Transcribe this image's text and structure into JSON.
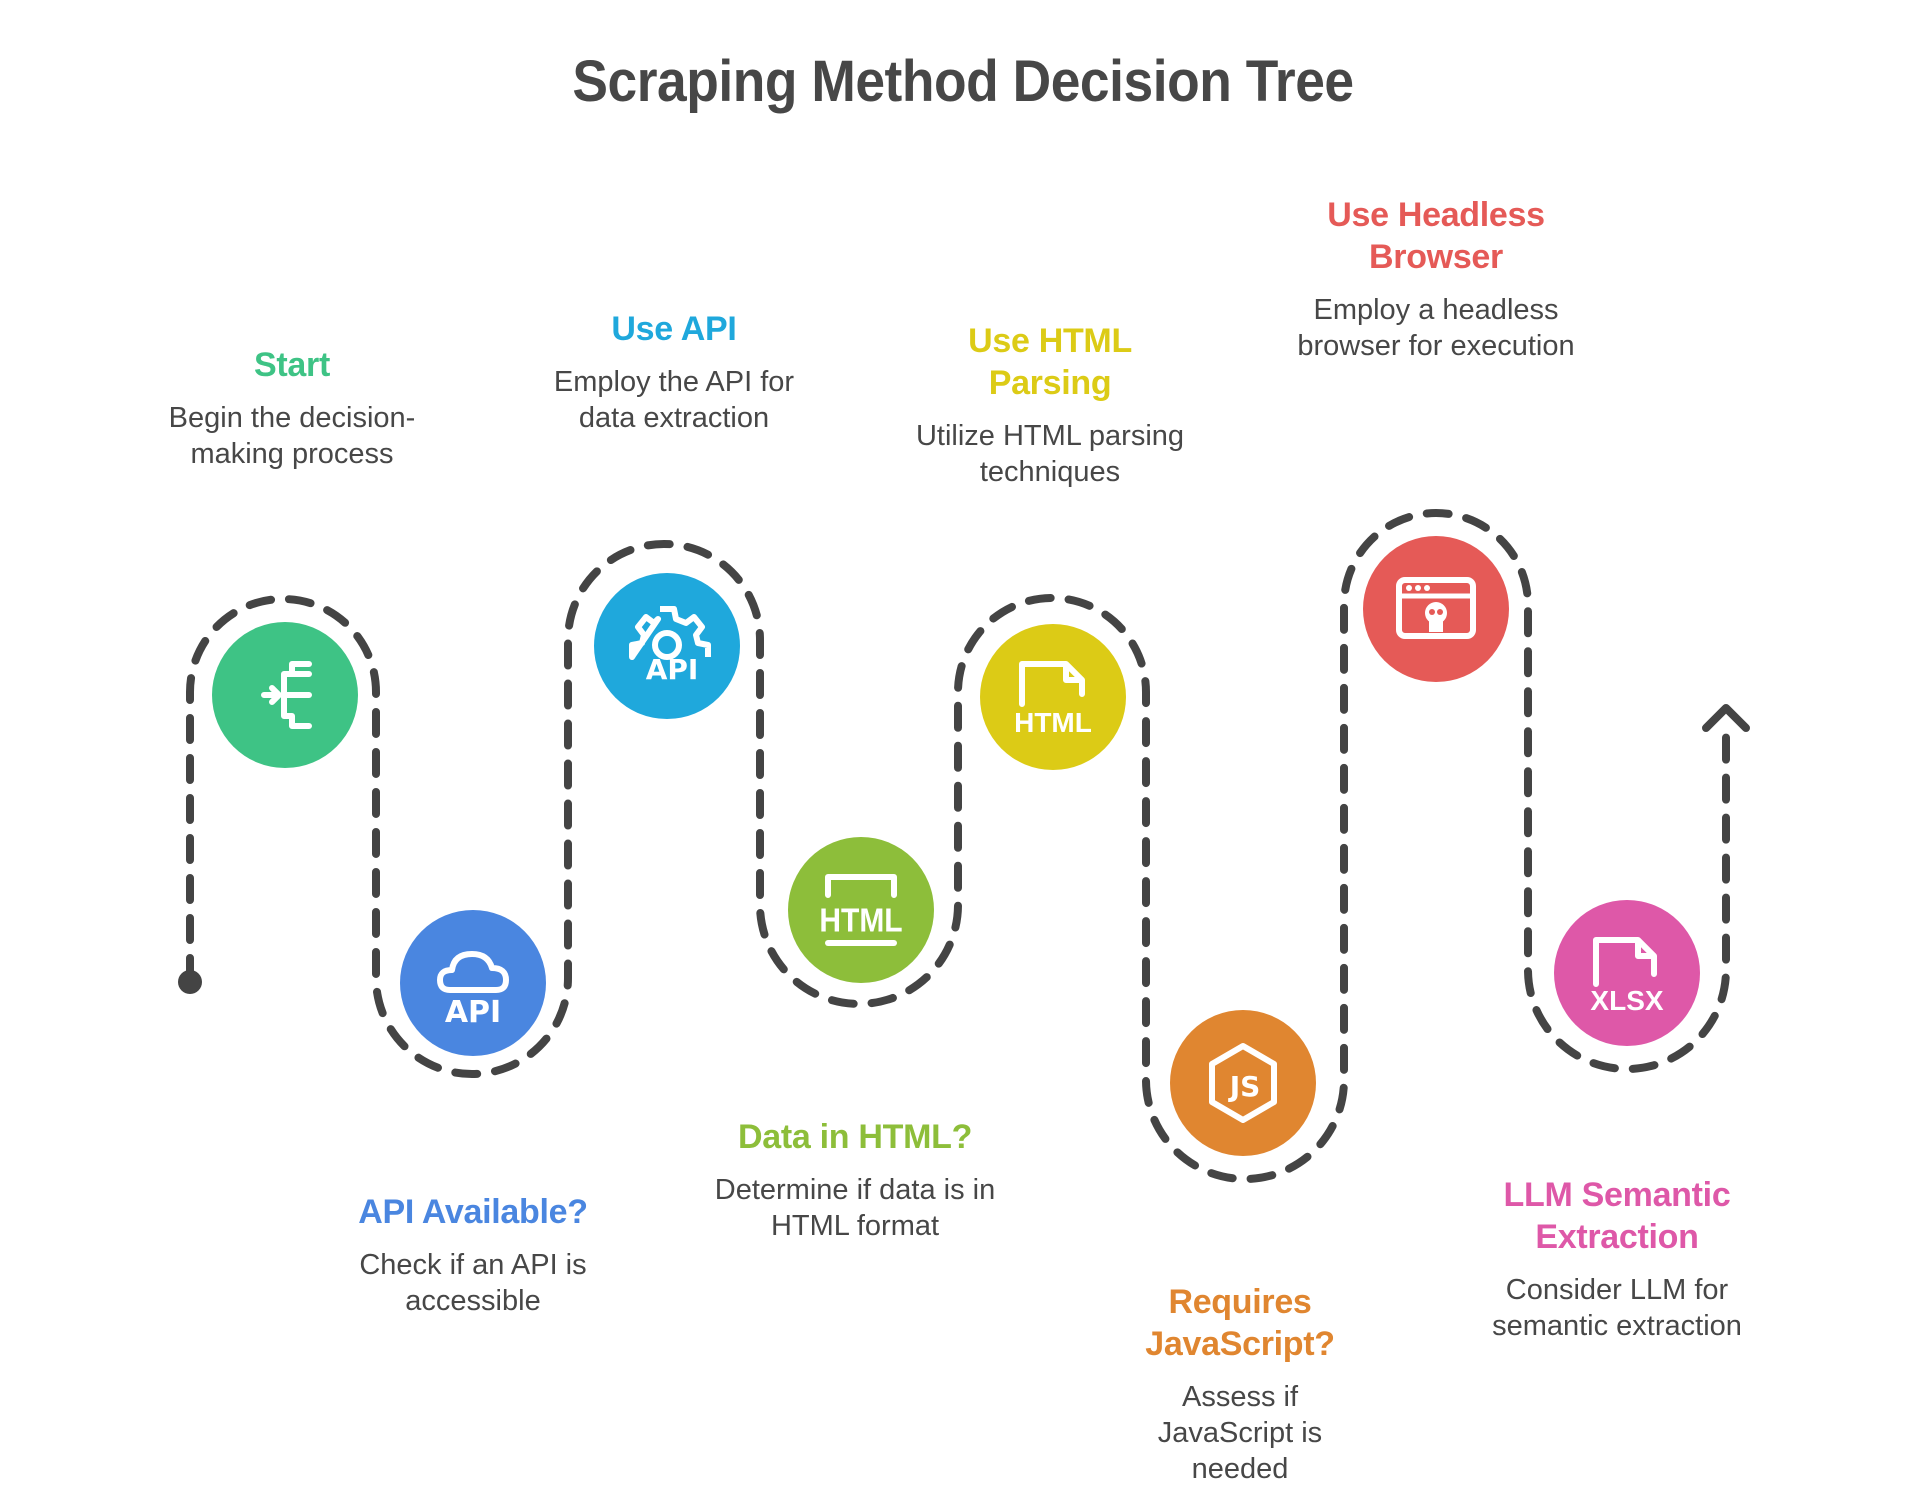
{
  "title": "Scraping Method Decision Tree",
  "steps": [
    {
      "title": "Start",
      "description": "Begin the decision-making process",
      "color": "#3EC385",
      "icon": "start-process-icon"
    },
    {
      "title": "API Available?",
      "description": "Check if an API is accessible",
      "color": "#4A86E0",
      "icon": "cloud-api-icon"
    },
    {
      "title": "Use API",
      "description": "Employ the API for data extraction",
      "color": "#1FA8DC",
      "icon": "gear-api-icon"
    },
    {
      "title": "Data in HTML?",
      "description": "Determine if data is in HTML format",
      "color": "#8DBE3A",
      "icon": "html-screen-icon"
    },
    {
      "title": "Use HTML Parsing",
      "description": "Utilize HTML parsing techniques",
      "color": "#DCCB16",
      "icon": "html-file-icon"
    },
    {
      "title": "Requires JavaScript?",
      "description": "Assess if JavaScript is needed",
      "color": "#E08630",
      "icon": "javascript-hexagon-icon"
    },
    {
      "title": "Use Headless Browser",
      "description": "Employ a headless browser for execution",
      "color": "#E55A57",
      "icon": "headless-browser-skull-icon"
    },
    {
      "title": "LLM Semantic Extraction",
      "description": "Consider LLM for semantic extraction",
      "color": "#DE58A8",
      "icon": "xlsx-file-icon"
    }
  ],
  "path": {
    "color": "#444444",
    "start_marker": "dot",
    "end_marker": "arrow-up"
  }
}
